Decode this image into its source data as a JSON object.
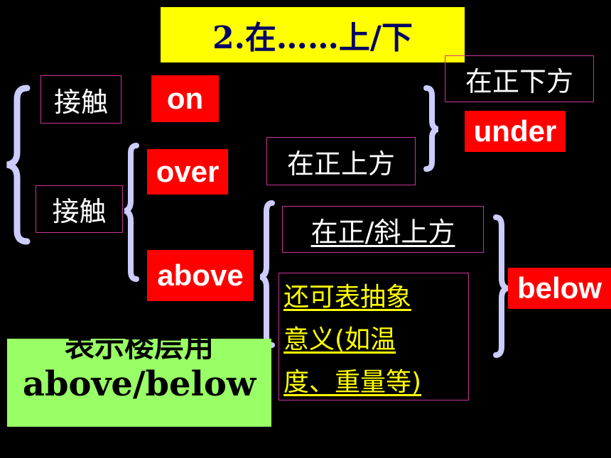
{
  "title": "2.在……上/下",
  "boxes": {
    "touch_top": "接触",
    "touch_bottom": "接触",
    "directly_above": "在正上方",
    "directly_below": "在正下方",
    "above_slanted": "在正/斜上方",
    "abstract_meaning": [
      "还可表抽象",
      "意义(如温",
      "度、重量等)"
    ]
  },
  "words": {
    "on": "on",
    "over": "over",
    "above": "above",
    "under": "under",
    "below": "below"
  },
  "floor_note": {
    "line1": "表示楼层用",
    "line2": "above/below"
  },
  "colors": {
    "title_bg": "#ffff00",
    "title_text": "#000066",
    "word_bg": "#ff0000",
    "note_bg": "#99ff66",
    "brace": "#ccccff",
    "box_border": "#cc3399",
    "abstract_text": "#ffff00"
  }
}
